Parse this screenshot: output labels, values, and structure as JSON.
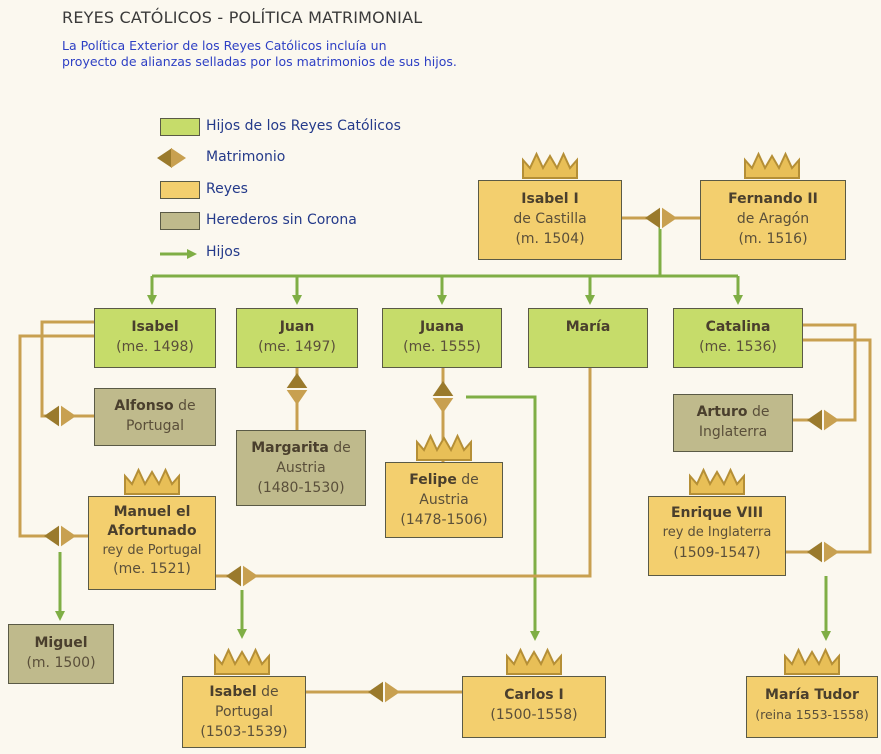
{
  "title": "REYES CATÓLICOS - POLÍTICA MATRIMONIAL",
  "intro": [
    "La Política Exterior de los Reyes Católicos incluía un",
    "proyecto de alianzas selladas por los matrimonios de sus hijos."
  ],
  "legend": [
    {
      "swatch": "green",
      "label": "Hijos de los Reyes Católicos"
    },
    {
      "swatch": "marriage",
      "label": "Matrimonio"
    },
    {
      "swatch": "yellow",
      "label": "Reyes"
    },
    {
      "swatch": "olive",
      "label": "Herederos sin Corona"
    },
    {
      "swatch": "arrow",
      "label": "Hijos"
    }
  ],
  "colors": {
    "hijos": "#c6dc6a",
    "reyes": "#f3cf6e",
    "herederos": "#bfba8c",
    "lines_child": "#7fae45",
    "lines_marriage": "#c8a050"
  },
  "people": {
    "isabel_i": {
      "name": "Isabel I",
      "l2": "de Castilla",
      "l3": "(m. 1504)"
    },
    "fernando": {
      "name": "Fernando II",
      "l2": "de Aragón",
      "l3": "(m. 1516)"
    },
    "isabel": {
      "name": "Isabel",
      "l2": "(me. 1498)"
    },
    "juan": {
      "name": "Juan",
      "l2": "(me. 1497)"
    },
    "juana": {
      "name": "Juana",
      "l2": "(me. 1555)"
    },
    "maria": {
      "name": "María"
    },
    "catalina": {
      "name": "Catalina",
      "l2": "(me. 1536)"
    },
    "alfonso": {
      "name": "Alfonso",
      "suffix": "de",
      "l2": "Portugal"
    },
    "margarita": {
      "name": "Margarita",
      "suffix": "de",
      "l2": "Austria",
      "l3": "(1480-1530)"
    },
    "felipe": {
      "name": "Felipe",
      "suffix": "de",
      "l2": "Austria",
      "l3": "(1478-1506)"
    },
    "arturo": {
      "name": "Arturo",
      "suffix": "de",
      "l2": "Inglaterra"
    },
    "manuel": {
      "name": "Manuel el",
      "name2": "Afortunado",
      "l2": "rey de Portugal",
      "l3": "(me. 1521)"
    },
    "enrique": {
      "name": "Enrique VIII",
      "l2": "rey de Inglaterra",
      "l3": "(1509-1547)"
    },
    "miguel": {
      "name": "Miguel",
      "l2": "(m. 1500)"
    },
    "isabel_p": {
      "name": "Isabel",
      "suffix": "de",
      "l2": "Portugal",
      "l3": "(1503-1539)"
    },
    "carlos": {
      "name": "Carlos I",
      "l2": "(1500-1558)"
    },
    "maria_tudor": {
      "name": "María Tudor",
      "l2": "(reina 1553-1558)"
    }
  }
}
